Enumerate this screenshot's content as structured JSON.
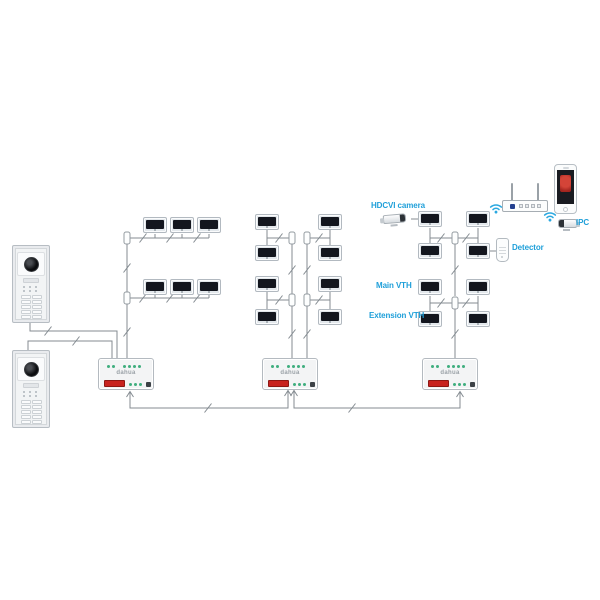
{
  "labels": {
    "hdcvi_camera": "HDCVI camera",
    "ipc": "IPC",
    "detector": "Detector",
    "main_vth": "Main VTH",
    "extension_vth": "Extension VTH"
  },
  "switch_brand": "dahua",
  "colors": {
    "label_blue": "#1e9fd9",
    "wire_gray": "#848b91",
    "led_green": "#3fae7e",
    "alarm_red": "#c8231f",
    "wifi_blue": "#2aa8e0"
  },
  "counts": {
    "door_stations": 2,
    "indoor_monitors": 22,
    "network_switches": 3,
    "junction_boxes": 8
  }
}
